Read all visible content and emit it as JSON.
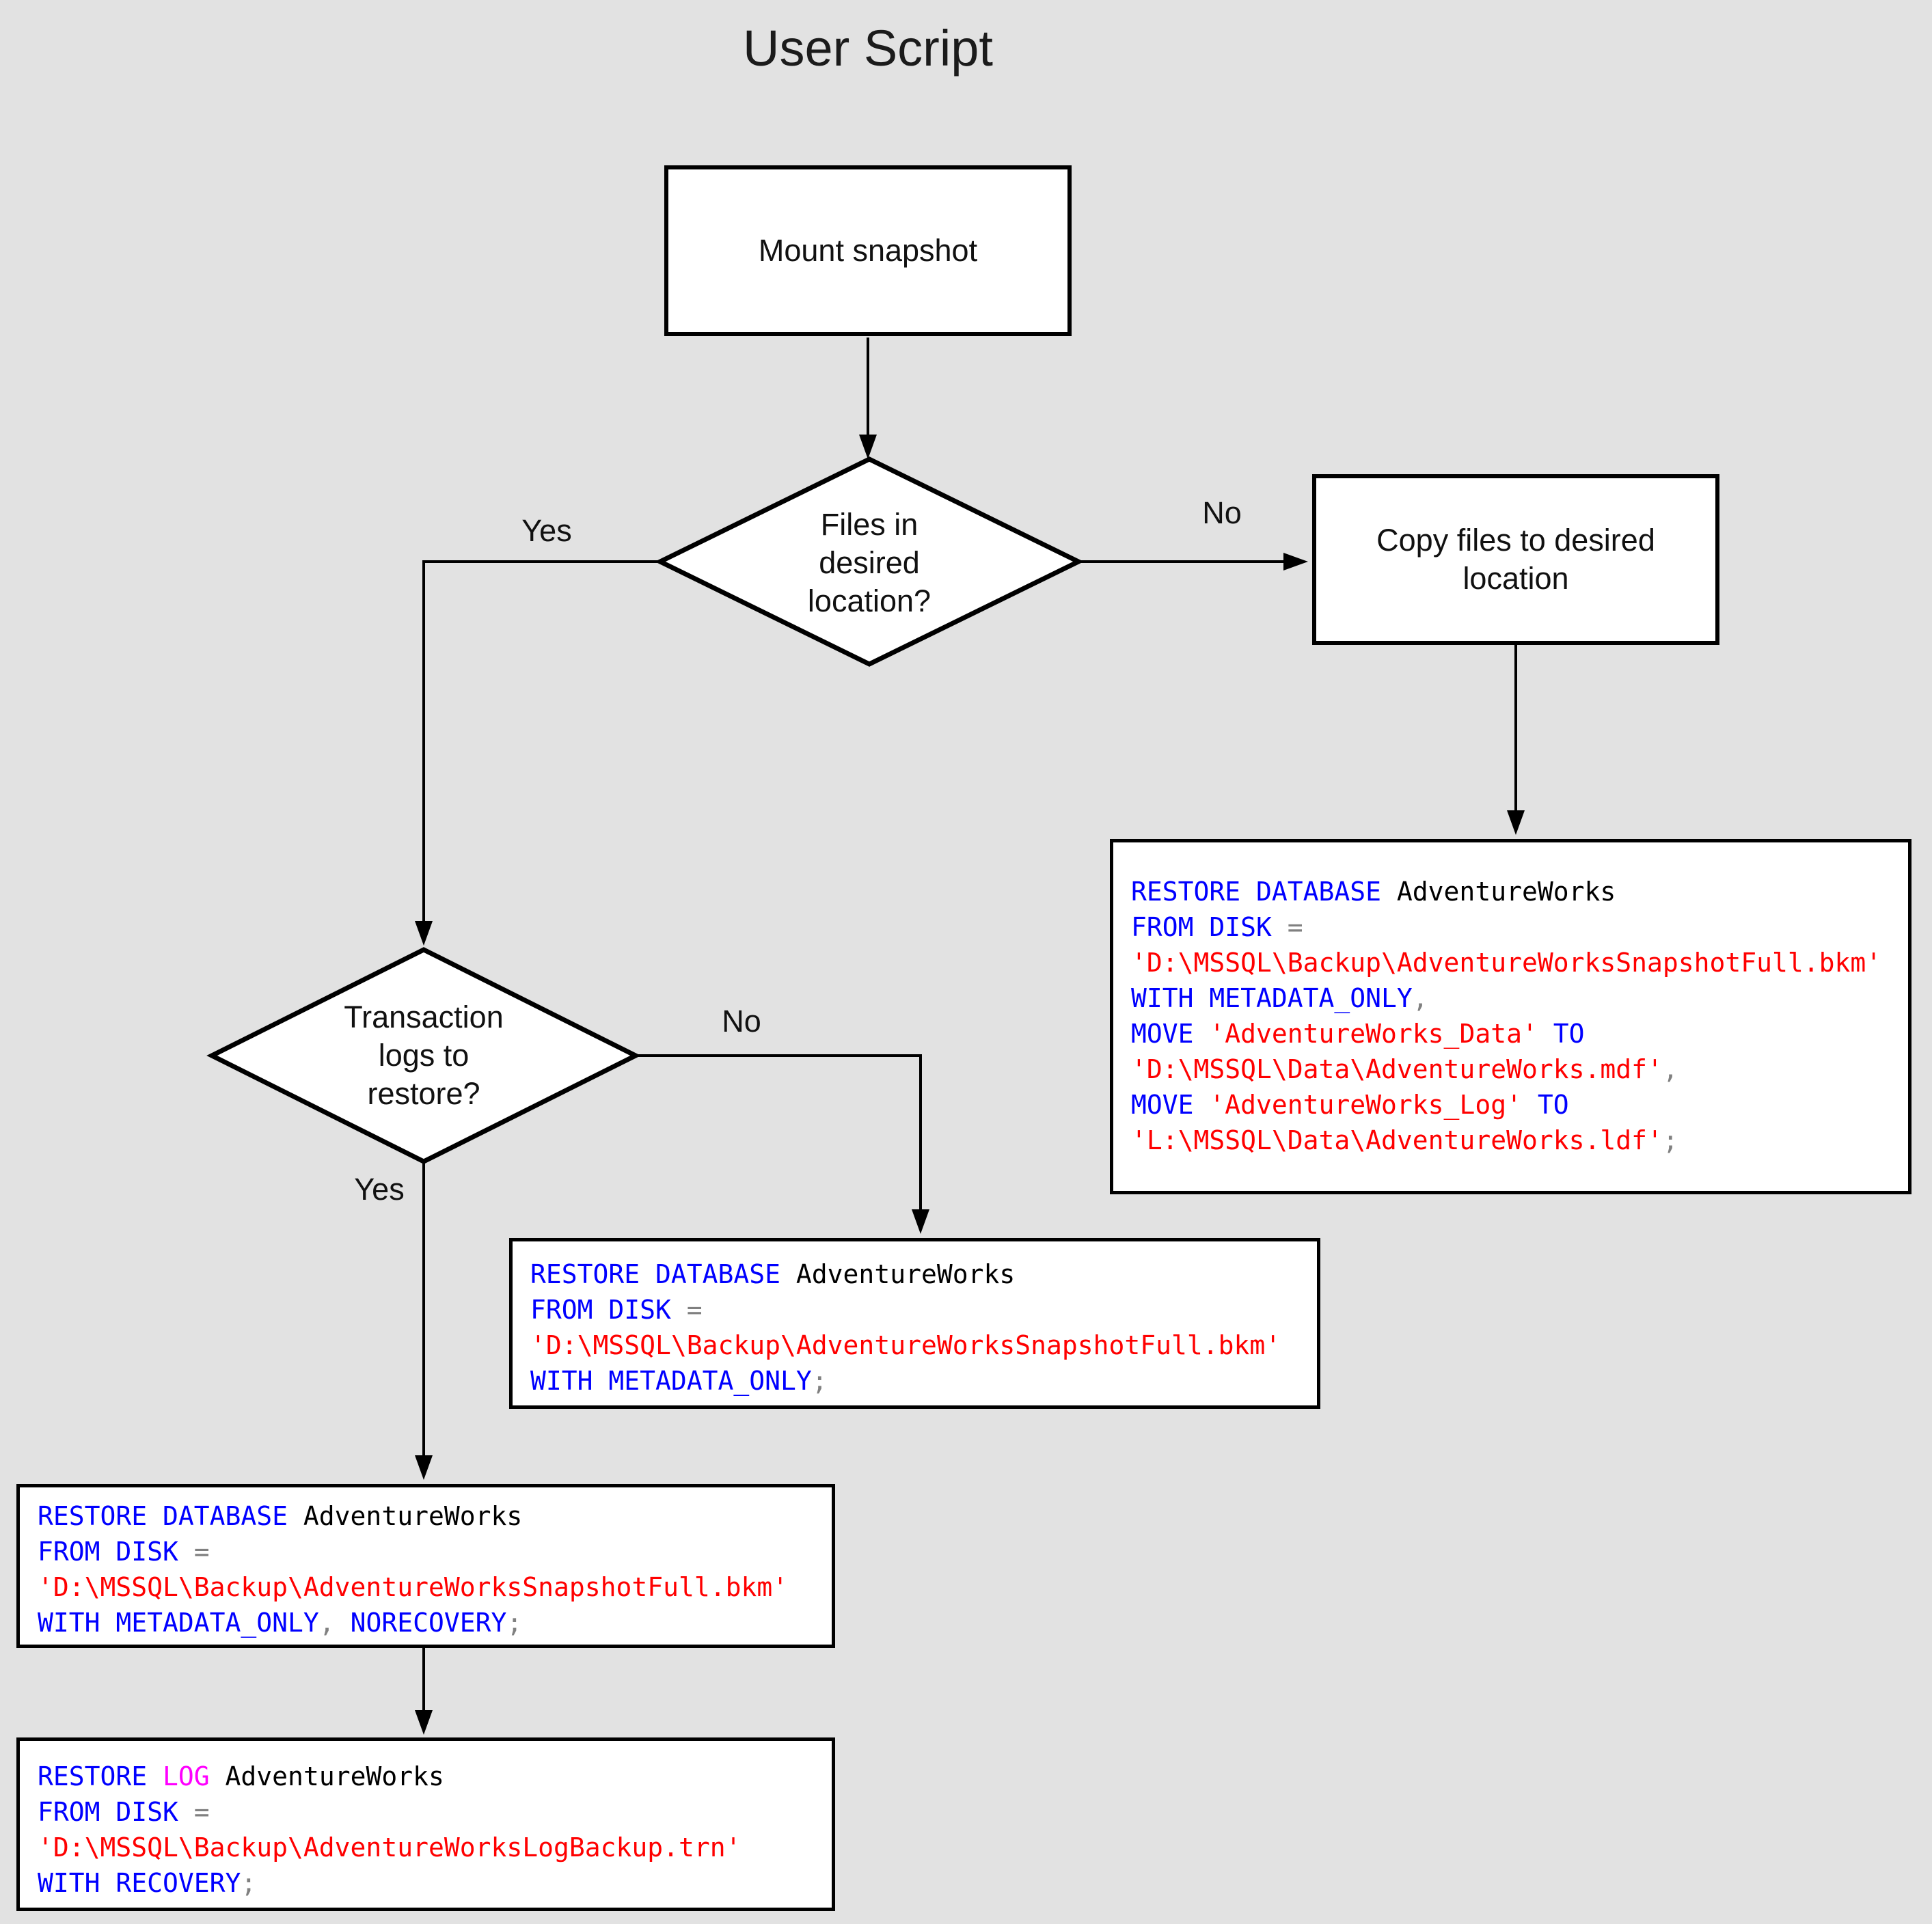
{
  "title": "User Script",
  "background": "#e2e2e2",
  "palette": {
    "keyword": "#0000ff",
    "identifier": "#000000",
    "string": "#ff0000",
    "operator": "#808080",
    "log_keyword": "#ff00ff",
    "shape_fill": "#ffffff",
    "shape_stroke": "#000000"
  },
  "nodes": {
    "mount": {
      "label": "Mount snapshot"
    },
    "files_decision": {
      "line1": "Files in",
      "line2": "desired",
      "line3": "location?"
    },
    "copy": {
      "label": "Copy files to desired location"
    },
    "logs_decision": {
      "line1": "Transaction",
      "line2": "logs to",
      "line3": "restore?"
    }
  },
  "edge_labels": {
    "files_yes": "Yes",
    "files_no": "No",
    "logs_no": "No",
    "logs_yes": "Yes"
  },
  "code_boxes": {
    "restore_full_move": {
      "lines": [
        [
          [
            "kw",
            "RESTORE DATABASE"
          ],
          [
            "id",
            " AdventureWorks"
          ]
        ],
        [
          [
            "kw",
            "FROM DISK"
          ],
          [
            "op",
            " ="
          ]
        ],
        [
          [
            "str",
            "'D:\\MSSQL\\Backup\\AdventureWorksSnapshotFull.bkm'"
          ]
        ],
        [
          [
            "kw",
            "WITH METADATA_ONLY"
          ],
          [
            "op",
            ","
          ]
        ],
        [
          [
            "kw",
            "MOVE "
          ],
          [
            "str",
            "'AdventureWorks_Data'"
          ],
          [
            "kw",
            " TO"
          ]
        ],
        [
          [
            "str",
            "'D:\\MSSQL\\Data\\AdventureWorks.mdf'"
          ],
          [
            "op",
            ","
          ]
        ],
        [
          [
            "kw",
            "MOVE "
          ],
          [
            "str",
            "'AdventureWorks_Log'"
          ],
          [
            "kw",
            " TO"
          ]
        ],
        [
          [
            "str",
            "'L:\\MSSQL\\Data\\AdventureWorks.ldf'"
          ],
          [
            "op",
            ";"
          ]
        ]
      ]
    },
    "restore_full_metadata": {
      "lines": [
        [
          [
            "kw",
            "RESTORE DATABASE"
          ],
          [
            "id",
            " AdventureWorks"
          ]
        ],
        [
          [
            "kw",
            "FROM DISK"
          ],
          [
            "op",
            " ="
          ]
        ],
        [
          [
            "str",
            "'D:\\MSSQL\\Backup\\AdventureWorksSnapshotFull.bkm'"
          ]
        ],
        [
          [
            "kw",
            "WITH METADATA_ONLY"
          ],
          [
            "op",
            ";"
          ]
        ]
      ]
    },
    "restore_full_norecovery": {
      "lines": [
        [
          [
            "kw",
            "RESTORE DATABASE"
          ],
          [
            "id",
            " AdventureWorks"
          ]
        ],
        [
          [
            "kw",
            "FROM DISK"
          ],
          [
            "op",
            " ="
          ]
        ],
        [
          [
            "str",
            "'D:\\MSSQL\\Backup\\AdventureWorksSnapshotFull.bkm'"
          ]
        ],
        [
          [
            "kw",
            "WITH METADATA_ONLY"
          ],
          [
            "op",
            ", "
          ],
          [
            "kw",
            "NORECOVERY"
          ],
          [
            "op",
            ";"
          ]
        ]
      ]
    },
    "restore_log_recovery": {
      "lines": [
        [
          [
            "kw",
            "RESTORE "
          ],
          [
            "log",
            "LOG"
          ],
          [
            "id",
            " AdventureWorks"
          ]
        ],
        [
          [
            "kw",
            "FROM DISK"
          ],
          [
            "op",
            " ="
          ]
        ],
        [
          [
            "str",
            "'D:\\MSSQL\\Backup\\AdventureWorksLogBackup.trn'"
          ]
        ],
        [
          [
            "kw",
            "WITH RECOVERY"
          ],
          [
            "op",
            ";"
          ]
        ]
      ]
    }
  }
}
